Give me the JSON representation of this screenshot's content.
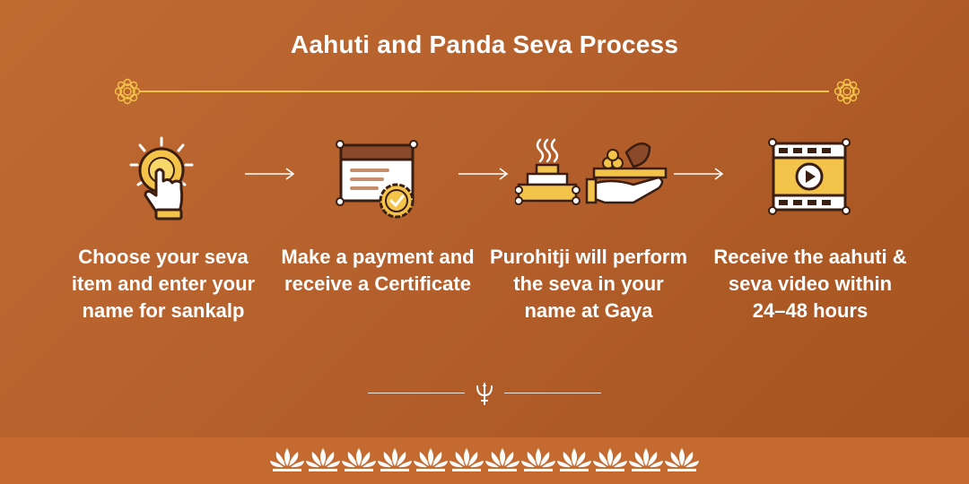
{
  "title": "Aahuti and Panda Seva Process",
  "colors": {
    "background": "#b5602c",
    "accent_gold": "#f3c34a",
    "icon_outline": "#3a1e12",
    "text": "#ffffff"
  },
  "steps": [
    {
      "icon": "touch-hand-icon",
      "text": "Choose your seva item and enter your name for sankalp"
    },
    {
      "icon": "certificate-icon",
      "text": "Make a payment and receive a Certificate"
    },
    {
      "icon": "offering-icon",
      "text": "Purohitji will perform the seva in your name at Gaya"
    },
    {
      "icon": "video-film-icon",
      "text": "Receive the aahuti & seva video within 24–48 hours"
    }
  ],
  "decorations": [
    "rosette-icon",
    "arrow-icon",
    "trident-icon",
    "lotus-icon"
  ]
}
